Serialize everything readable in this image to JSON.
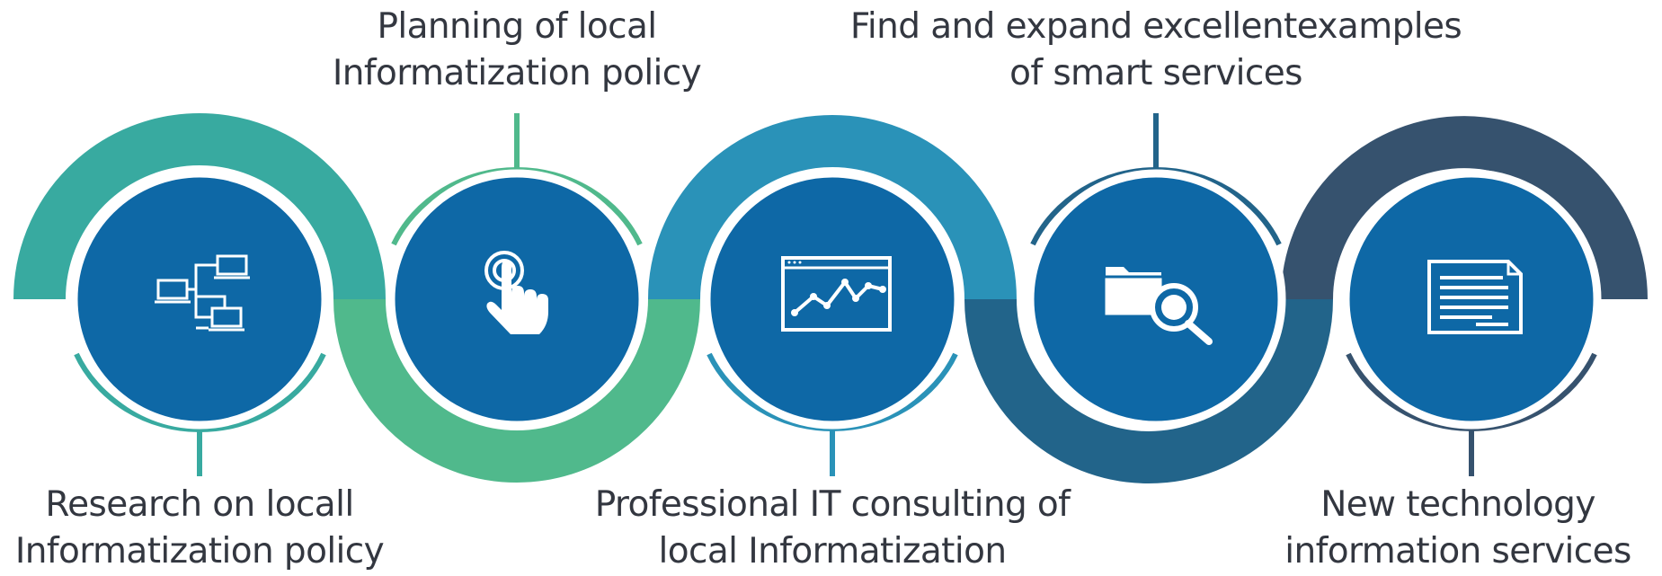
{
  "steps": [
    {
      "icon": "network-computers-icon",
      "band_color": "#38aaa0",
      "label_lines": [
        "Research on locall",
        "Informatization policy"
      ]
    },
    {
      "icon": "touch-hand-icon",
      "band_color": "#50b98c",
      "label_lines": [
        "Planning of local",
        "Informatization policy"
      ]
    },
    {
      "icon": "line-chart-window-icon",
      "band_color": "#2a92b8",
      "label_lines": [
        "Professional IT consulting of",
        "local Informatization"
      ]
    },
    {
      "icon": "folder-search-icon",
      "band_color": "#22648a",
      "label_lines": [
        "Find and expand excellentexamples",
        "of smart services"
      ]
    },
    {
      "icon": "document-icon",
      "band_color": "#36526e",
      "label_lines": [
        "New technology",
        "information services"
      ]
    }
  ],
  "colors": {
    "circle_fill": "#0e68a6",
    "icon_stroke": "#ffffff",
    "label_text": "#333740"
  }
}
